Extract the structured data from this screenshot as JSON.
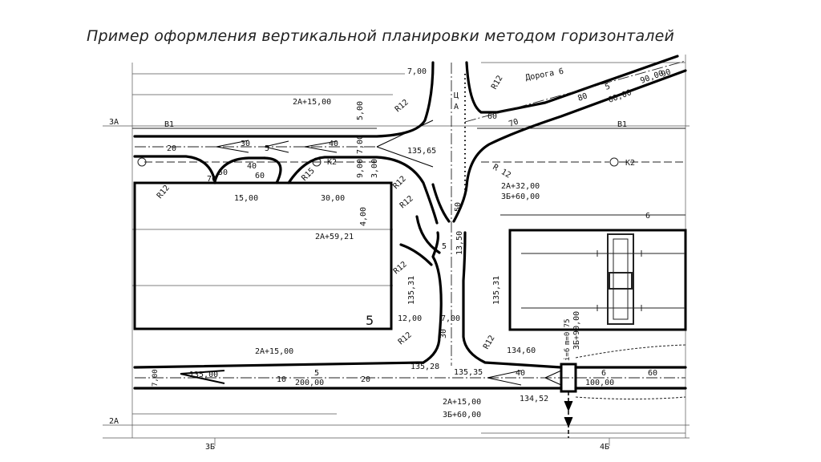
{
  "title": "Пример оформления вертикальной планировки методом горизонталей",
  "grid_labels": {
    "row_3a": "3А",
    "row_2a": "2А",
    "col_3b": "3Б",
    "col_4b": "4Б"
  },
  "axis_labels": {
    "b1_left": "В1",
    "b1_right": "В1",
    "k2_left": "К2",
    "k2_right": "К2",
    "a_mark": "А",
    "c_mark": "Ц"
  },
  "road_name": "Дорога 6",
  "building_number": "5",
  "pipe_label": "6",
  "dims": {
    "d_7_top": "7,00",
    "d_2a15_top": "2А+15,00",
    "d_5_vert": "5,00",
    "d_7_vert": "7,00",
    "d_9_vert": "9,00",
    "d_3_vert": "3,00",
    "d_15": "15,00",
    "d_30": "30,00",
    "d_4_vert": "4,00",
    "d_2a5921": "2А+59,21",
    "d_2a32": "2А+32,00",
    "d_3b60_mid": "3Б+60,00",
    "d_13550": "13,50",
    "d_12": "12,00",
    "d_7_mid": "7,00",
    "d_2a15_bottom": "2А+15,00",
    "d_2a15_lower": "2А+15,00",
    "d_3b60_bottom": "3Б+60,00",
    "d_3b90": "3Б+90,00",
    "d_omm": "m=0,75",
    "d_i6": "i=6",
    "d_7_left": "7,00"
  },
  "elevations": {
    "e_13565": "135,65",
    "e_13531_left": "135,31",
    "e_13531_right": "135,31",
    "e_13460": "134,60",
    "e_13528": "135,28",
    "e_13535": "135,35",
    "e_13452": "134,52",
    "e_13500": "135,00",
    "e_20000": "200,00",
    "e_10000": "100,00",
    "e_6000": "60,00",
    "e_9000": "90,00"
  },
  "radii": {
    "r1": "R12",
    "r2": "R12",
    "r3": "R12",
    "r4": "R12",
    "r5": "R12",
    "r6": "R12",
    "r7": "R12",
    "r8": "R12",
    "r9": "R15",
    "r10": "R 12"
  },
  "slopes": {
    "s_20": "20",
    "s_30": "30",
    "s_5a": "5",
    "s_40a": "40",
    "s_50": "50",
    "s_70": "70",
    "s_40b": "40",
    "s_60a": "60",
    "s_60b": "60",
    "s_70b": "70",
    "s_80": "80",
    "s_5b": "5",
    "s_90": "90",
    "s_5c": "5",
    "s_10": "10",
    "s_5d": "5",
    "s_20b": "20",
    "s_40c": "40",
    "s_6": "6",
    "s_60c": "60",
    "s_30b": "30",
    "s_50b": "50"
  }
}
